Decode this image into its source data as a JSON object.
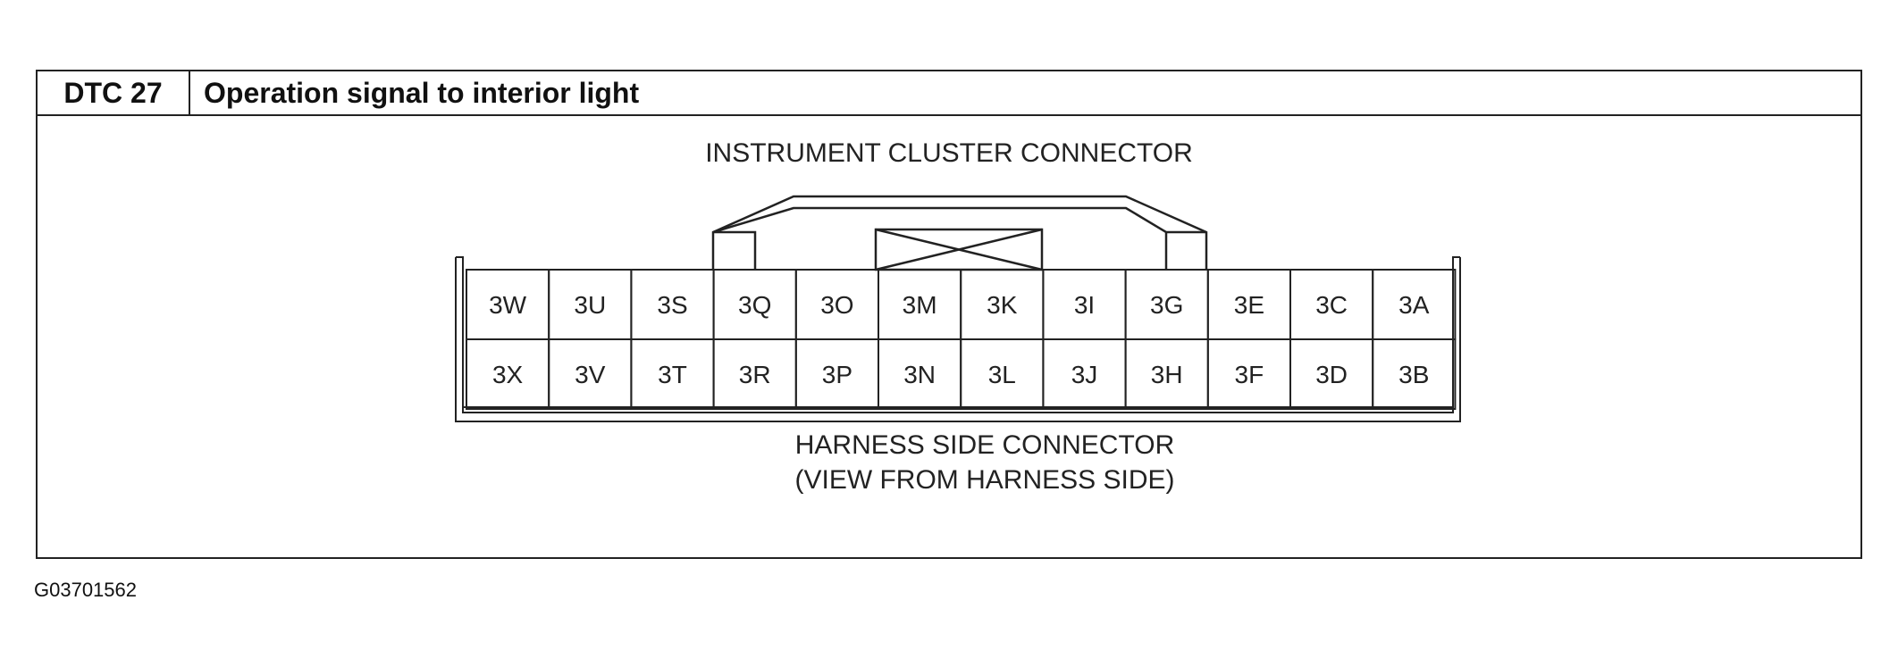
{
  "header": {
    "code": "DTC 27",
    "title": "Operation signal to interior light"
  },
  "diagram": {
    "top_label": "INSTRUMENT CLUSTER CONNECTOR",
    "bottom_label_line1": "HARNESS SIDE CONNECTOR",
    "bottom_label_line2": "(VIEW FROM HARNESS SIDE)",
    "top_row_pins": [
      "3W",
      "3U",
      "3S",
      "3Q",
      "3O",
      "3M",
      "3K",
      "3I",
      "3G",
      "3E",
      "3C",
      "3A"
    ],
    "bottom_row_pins": [
      "3X",
      "3V",
      "3T",
      "3R",
      "3P",
      "3N",
      "3L",
      "3J",
      "3H",
      "3F",
      "3D",
      "3B"
    ]
  },
  "figure_id": "G03701562"
}
